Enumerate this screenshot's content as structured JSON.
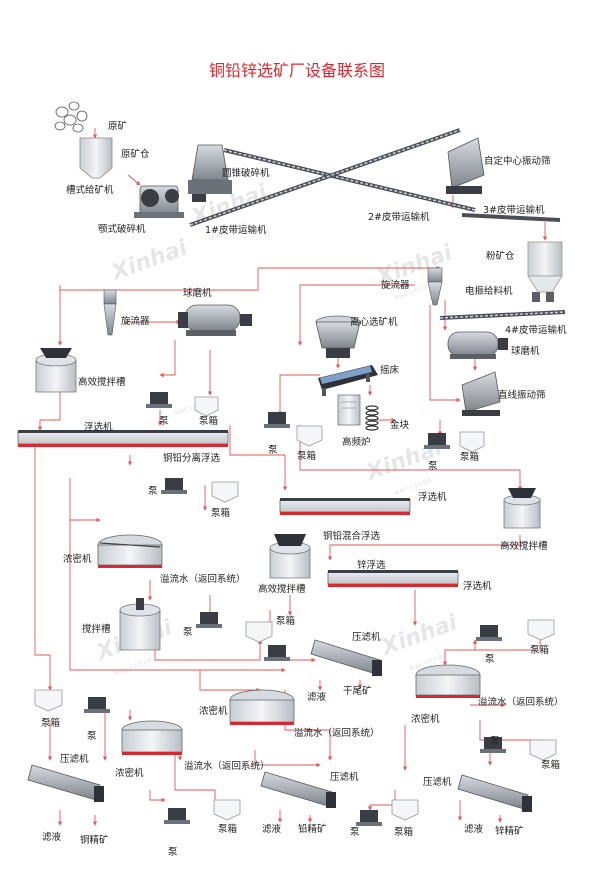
{
  "title": "铜铅锌选矿厂设备联系图",
  "watermark": {
    "brand": "Xinhai",
    "sub": "鑫海矿业技术装备"
  },
  "colors": {
    "pipe": "#e05a5a",
    "title": "#d9282f",
    "equip": "#8a8f96",
    "tank": "#e9edf0",
    "dark": "#2e3238"
  },
  "labels": {
    "raw_ore": "原矿",
    "raw_bin": "原矿仓",
    "trough_feeder": "槽式给矿机",
    "jaw_crusher": "颚式破碎机",
    "cone_crusher": "圆锥破碎机",
    "belt1": "1#皮带运输机",
    "belt2": "2#皮带运输机",
    "belt3": "3#皮带运输机",
    "belt4": "4#皮带运输机",
    "vib_screen": "自定中心振动筛",
    "fine_bin": "粉矿仓",
    "vib_feeder": "电振给料机",
    "ball_mill_l": "球磨机",
    "cyclone_l": "旋流器",
    "agitator_l": "高效搅拌槽",
    "pump1": "泵",
    "box1": "泵箱",
    "cyclone_r": "旋流器",
    "ball_mill_r": "球磨机",
    "linear_screen": "直线振动筛",
    "centrifugal": "离心选矿机",
    "shaker": "摇床",
    "hf_furnace": "高频炉",
    "gold": "金块",
    "pump2": "泵",
    "box2": "泵箱",
    "pump3": "泵",
    "box3": "泵箱",
    "flot_a": "浮选机",
    "cu_pb_sep": "铜铅分离浮选",
    "pump4": "泵",
    "box4": "泵箱",
    "flot_b": "浮选机",
    "agitator_r": "高效搅拌槽",
    "cu_pb_mix": "铜铅混合浮选",
    "thickener1": "浓密机",
    "overflow1": "溢流水（返回系统）",
    "agitator_m": "高效搅拌槽",
    "zn_flot": "锌浮选",
    "flot_c": "浮选机",
    "stir_tank": "搅拌槽",
    "pump5": "泵",
    "box5": "泵箱",
    "filter_press1": "压滤机",
    "filtrate1": "滤液",
    "dry_tail": "干尾矿",
    "pump6": "泵",
    "box6": "泵箱",
    "overflow2": "溢流水（返回系统）",
    "thickener2": "浓密机",
    "box7": "泵箱",
    "pump7": "泵",
    "thickener3": "浓密机",
    "overflow3": "溢流水（返回系统）",
    "thickener4": "浓密机",
    "overflow4": "溢流水（返回系统）",
    "pump8": "泵",
    "box8": "泵箱",
    "filter_press2": "压滤机",
    "filtrate2": "滤液",
    "cu_conc": "铜精矿",
    "pump9": "泵",
    "box9": "泵箱",
    "filter_press3": "压滤机",
    "filtrate3": "滤液",
    "pb_conc": "铅精矿",
    "pump10": "泵",
    "box10": "泵箱",
    "filter_press4": "压滤机",
    "filtrate4": "滤液",
    "zn_conc": "锌精矿"
  }
}
